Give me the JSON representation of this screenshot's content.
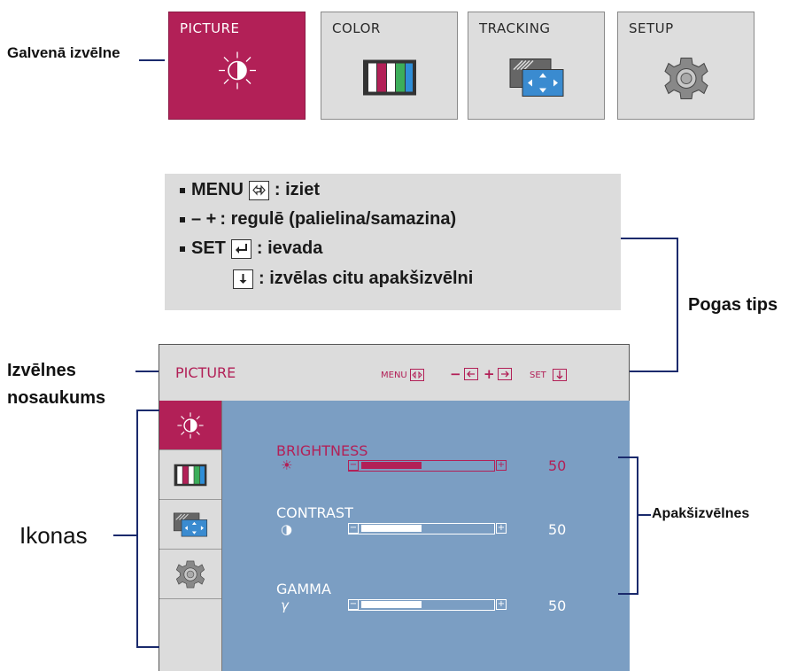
{
  "main_menu": {
    "callout": "Galvenā izvēlne",
    "tiles": [
      {
        "label": "PICTURE",
        "icon": "brightness-icon",
        "active": true
      },
      {
        "label": "COLOR",
        "icon": "color-bars-icon",
        "active": false
      },
      {
        "label": "TRACKING",
        "icon": "tracking-icon",
        "active": false
      },
      {
        "label": "SETUP",
        "icon": "gear-icon",
        "active": false
      }
    ]
  },
  "button_tips": {
    "callout": "Pogas tips",
    "rows": [
      {
        "key": "MENU",
        "text": ": iziet"
      },
      {
        "key": "– +",
        "text": ": regulē (palielina/samazina)"
      },
      {
        "key": "SET",
        "text": ": ievada"
      },
      {
        "key": "",
        "text": ": izvēlas citu apakšizvēlni"
      }
    ]
  },
  "osd": {
    "title_callout": "Izvēlnes nosaukums",
    "icons_callout": "Ikonas",
    "submenu_callout": "Apakšizvēlnes",
    "title": "PICTURE",
    "hints": {
      "menu": "MENU",
      "minus": "−",
      "plus": "+",
      "set": "SET"
    },
    "items": [
      {
        "label": "BRIGHTNESS",
        "symbol": "☀",
        "value": "50",
        "level": 50,
        "active": true
      },
      {
        "label": "CONTRAST",
        "symbol": "◑",
        "value": "50",
        "level": 50,
        "active": false
      },
      {
        "label": "GAMMA",
        "symbol": "γ",
        "value": "50",
        "level": 50,
        "active": false
      }
    ]
  },
  "colors": {
    "accent": "#b22057",
    "panel": "#dcdcdc",
    "submenu_bg": "#7b9ec3",
    "callout_line": "#1a2a6c"
  }
}
